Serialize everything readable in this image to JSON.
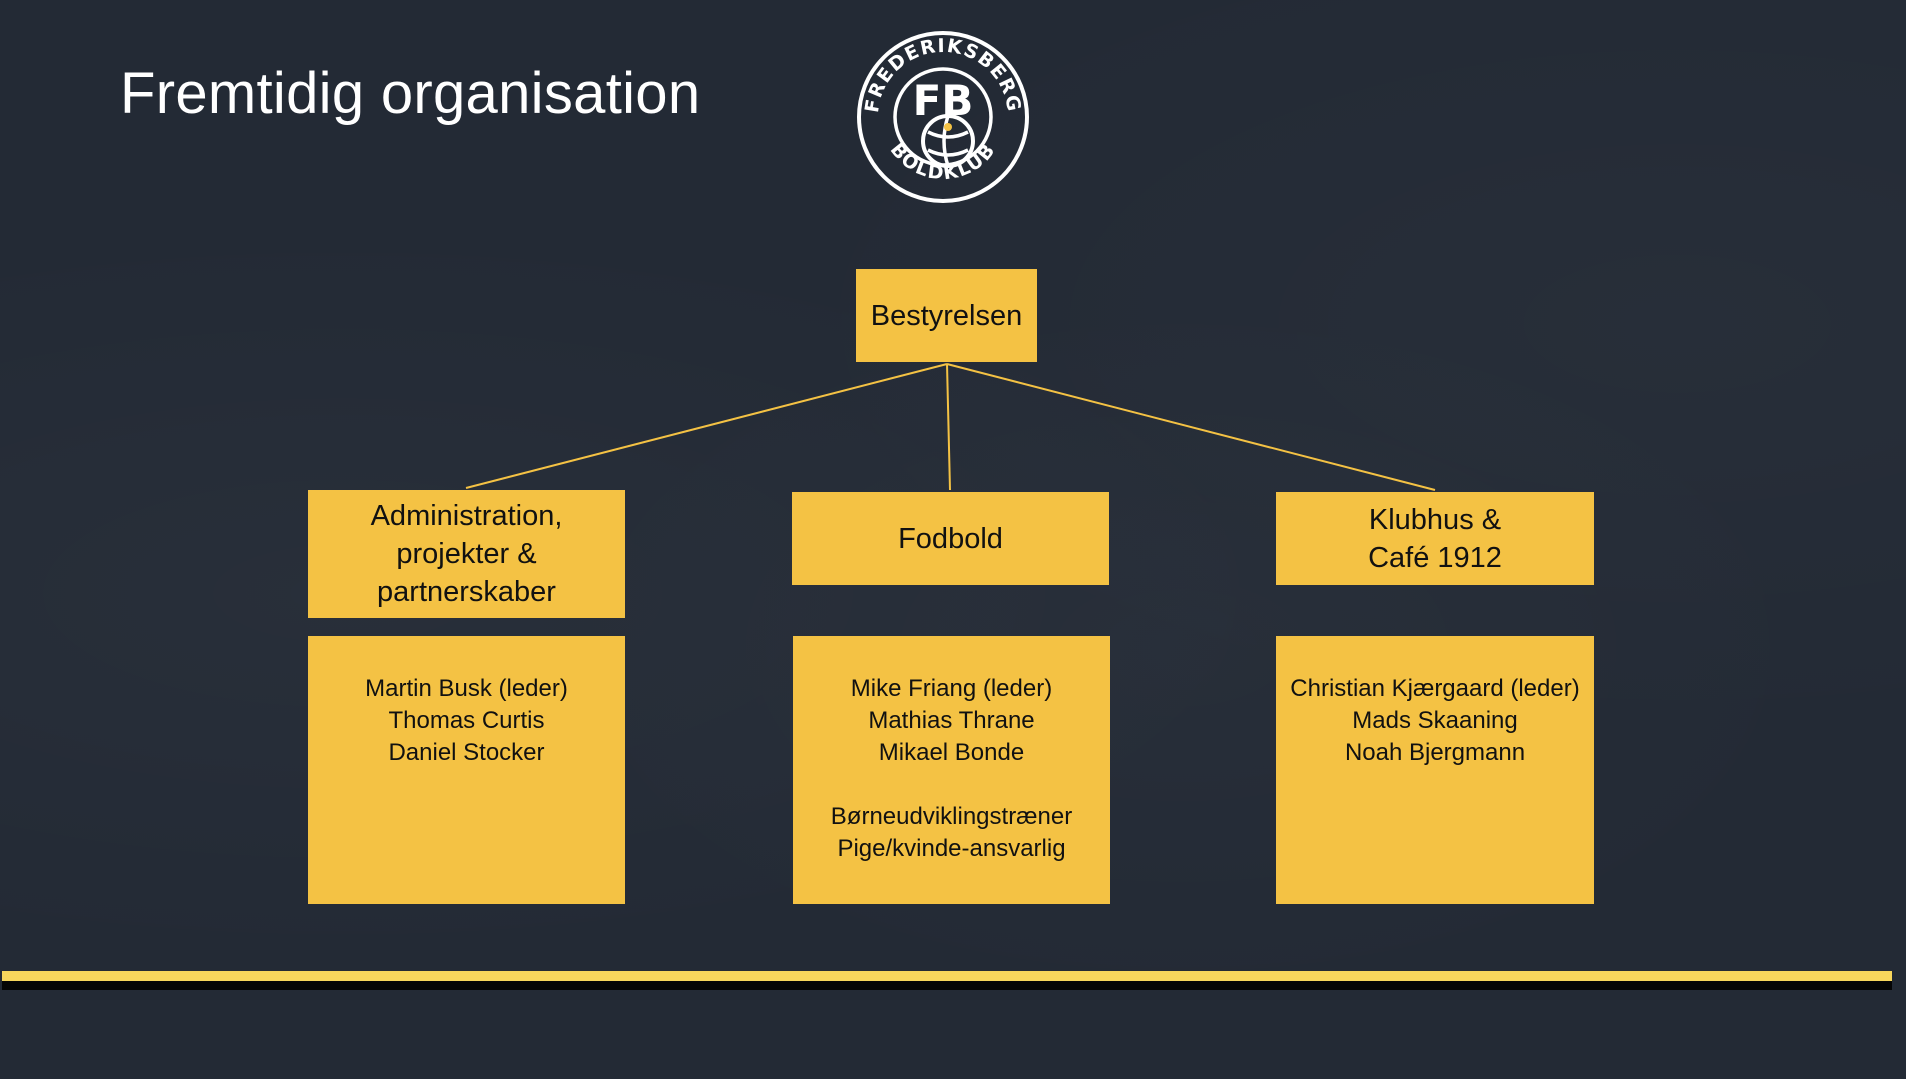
{
  "slide": {
    "title": "Fremtidig organisation"
  },
  "logo": {
    "top_text": "FREDERIKSBERG",
    "bottom_text": "BOLDKLUB",
    "monogram": "FB"
  },
  "org": {
    "root": "Bestyrelsen",
    "departments": [
      {
        "name": "Administration,\nprojekter &\npartnerskaber",
        "members": [
          "Martin Busk (leder)",
          "Thomas Curtis",
          "Daniel Stocker"
        ]
      },
      {
        "name": "Fodbold",
        "members": [
          "Mike Friang (leder)",
          "Mathias Thrane",
          "Mikael Bonde"
        ],
        "extra_roles": [
          "Børneudviklingstræner",
          "Pige/kvinde-ansvarlig"
        ]
      },
      {
        "name": "Klubhus &\nCafé 1912",
        "members": [
          "Christian Kjærgaard (leder)",
          "Mads Skaaning",
          "Noah Bjergmann"
        ]
      }
    ]
  },
  "colors": {
    "background": "#232a35",
    "box_fill": "#f4c244",
    "connector": "#f4c244",
    "accent_bar": "#f7d65c",
    "title_text": "#ffffff"
  }
}
